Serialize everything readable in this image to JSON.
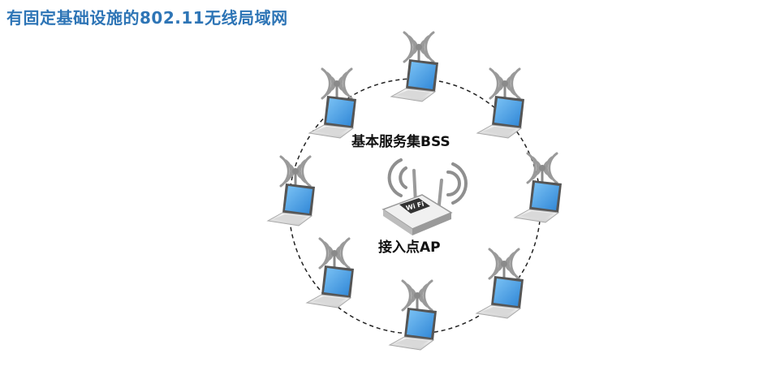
{
  "title": "有固定基础设施的802.11无线局域网",
  "labels": {
    "bss": "基本服务集BSS",
    "ap": "接入点AP"
  },
  "colors": {
    "title": "#2e75b6",
    "screen": "#4a9fe8",
    "laptop_body": "#e9e9e9",
    "antenna_waves": "#9a9a9a",
    "ring": "#222222"
  },
  "icons": {
    "station": "laptop-wifi-icon",
    "access_point": "wifi-router-icon"
  }
}
